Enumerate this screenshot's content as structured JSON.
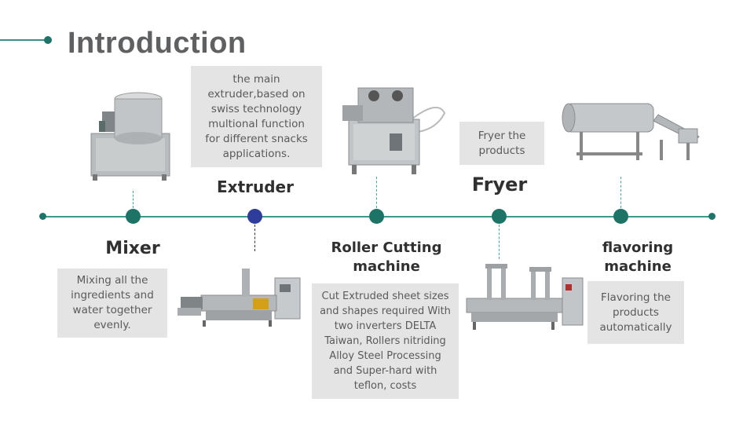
{
  "title": "Introduction",
  "steps": [
    {
      "label": "Mixer",
      "description": "Mixing all the\ningredients and\nwater together\nevenly."
    },
    {
      "label": "Extruder",
      "description": "the main\nextruder,based on\nswiss technology\nmultional function\nfor different snacks\napplications."
    },
    {
      "label": "Roller Cutting\nmachine",
      "description": "Cut Extruded sheet sizes\nand shapes required With\ntwo inverters DELTA\nTaiwan, Rollers nitriding\nAlloy Steel Processing\nand Super-hard with\nteflon, costs"
    },
    {
      "label": "Fryer",
      "description": "Fryer the\nproducts"
    },
    {
      "label": "flavoring\nmachine",
      "description": "Flavoring the\nproducts\nautomatically"
    }
  ],
  "colors": {
    "accent": "#1e7367",
    "line": "#3f978d",
    "highlight_node": "#2f3d9a",
    "box_bg": "#e4e4e4"
  },
  "images": [
    "mixer-machine",
    "extruder-machine",
    "roller-cutting-machine",
    "fryer-machine",
    "flavoring-drum-machine"
  ]
}
